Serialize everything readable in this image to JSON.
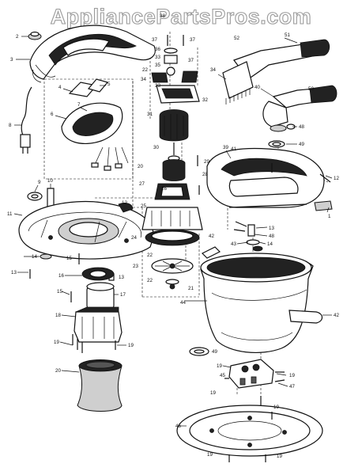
{
  "watermark": {
    "text": "AppliancePartsPros.com"
  },
  "callouts": {
    "c1": "1",
    "c2": "2",
    "c3": "3",
    "c4": "4",
    "c5": "5",
    "c6": "6",
    "c7": "7",
    "c8": "8",
    "c9": "9",
    "c10": "10",
    "c11": "11",
    "c12": "12",
    "c12b": "12",
    "c13": "13",
    "c13b": "13",
    "c13c": "13",
    "c14": "14",
    "c14b": "14",
    "c15": "15",
    "c15b": "15",
    "c16": "16",
    "c17": "17",
    "c18": "18",
    "c19a": "19",
    "c19b": "19",
    "c19c": "19",
    "c19d": "19",
    "c19e": "19",
    "c19f": "19",
    "c19g": "19",
    "c19h": "19",
    "c20": "20",
    "c20b": "20",
    "c21": "21",
    "c22a": "22",
    "c22b": "22",
    "c22c": "22",
    "c23": "23",
    "c24": "24",
    "c25": "25",
    "c26": "26",
    "c27": "27",
    "c28": "28",
    "c29": "29",
    "c30": "30",
    "c31": "31",
    "c32": "32",
    "c33": "33",
    "c33b": "33",
    "c34": "34",
    "c34b": "34",
    "c35": "35",
    "c36": "36",
    "c37a": "37",
    "c37b": "37",
    "c37c": "37",
    "c38": "38",
    "c39": "39",
    "c40": "40",
    "c41": "41",
    "c42": "42",
    "c42b": "42",
    "c43": "43",
    "c44": "44",
    "c45": "45",
    "c46": "46",
    "c47": "47",
    "c48": "48",
    "c48b": "48",
    "c49": "49",
    "c49b": "49",
    "c50": "50",
    "c51": "51",
    "c52": "52"
  }
}
